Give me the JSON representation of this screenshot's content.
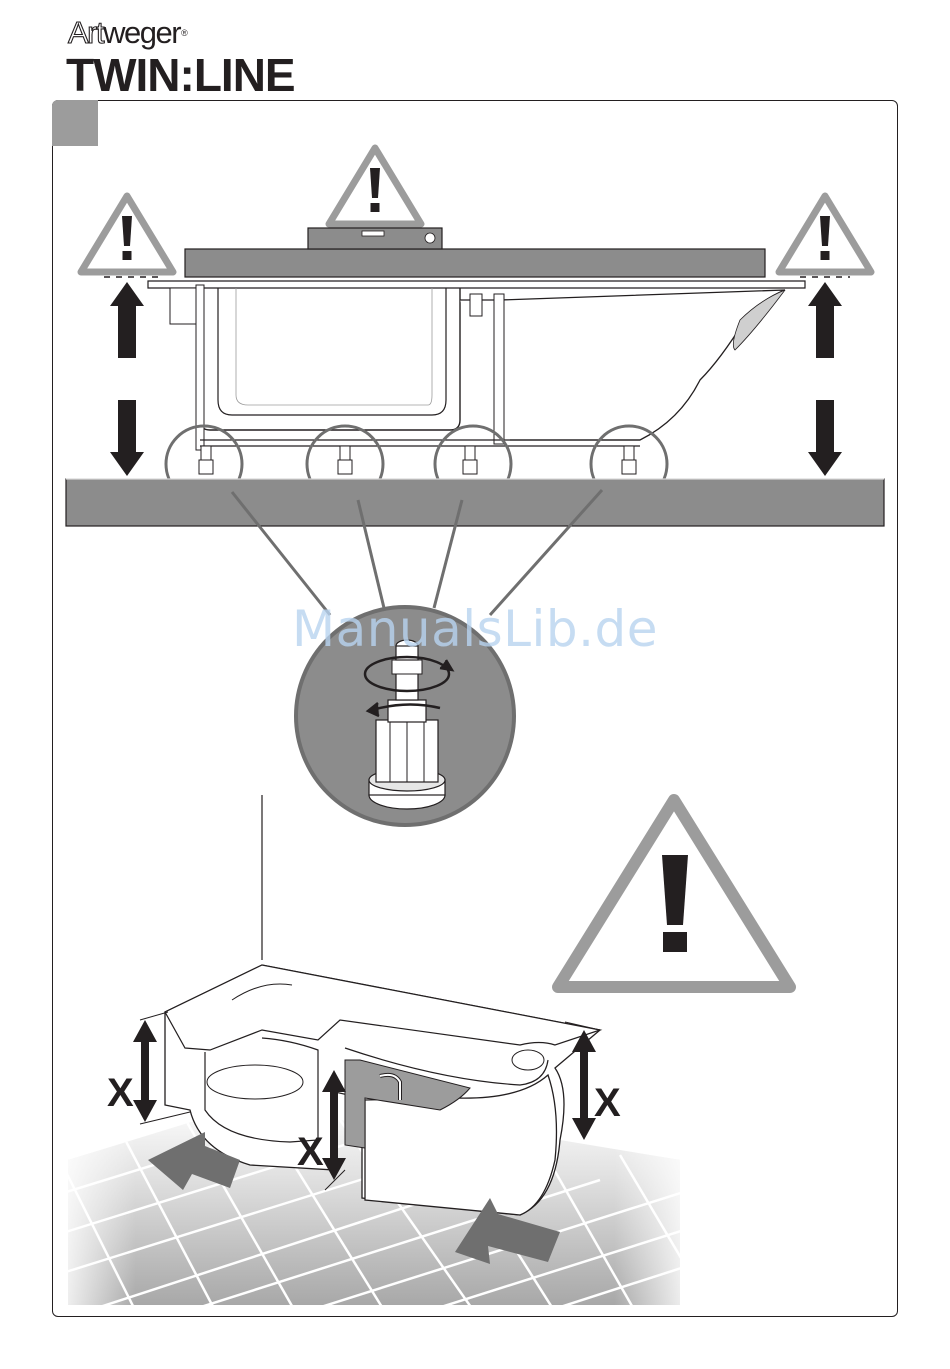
{
  "brand": {
    "logo_art": "Art",
    "logo_weger": "weger",
    "logo_reg": "®",
    "product": "TWIN:LINE"
  },
  "step": {
    "label": ""
  },
  "watermark": "ManualsLib.de",
  "icons": [
    "warning-triangle-icon",
    "spirit-level-icon",
    "rotate-arrow-icon",
    "arrow-up-icon",
    "arrow-down-icon"
  ],
  "dimension_labels": [
    "X",
    "X",
    "X"
  ],
  "colors": {
    "panel_grey": "#9c9c9c",
    "floor_grey": "#8c8c8c",
    "line": "#231f20"
  }
}
